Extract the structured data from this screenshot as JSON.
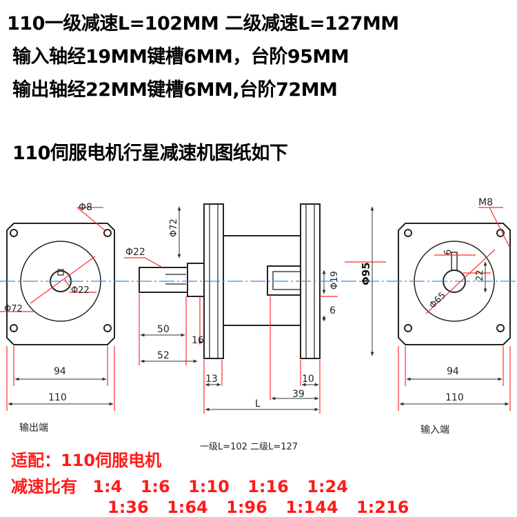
{
  "header": {
    "line1": "110一级减速L=102MM 二级减速L=127MM",
    "line2": "输入轴经19MM键槽6MM，台阶95MM",
    "line3": "输出轴经22MM键槽6MM,台阶72MM",
    "subtitle": "110伺服电机行星减速机图纸如下"
  },
  "drawing": {
    "left_view": {
      "hole_label": "Φ8",
      "bore_label": "Φ22",
      "circle_label": "Φ72",
      "inner_width": "94",
      "outer_width": "110",
      "caption": "输出端"
    },
    "side_view": {
      "shaft_label": "Φ22",
      "step_label": "Φ72",
      "dim_50": "50",
      "dim_52": "52",
      "dim_16": "16",
      "dim_13": "13",
      "dim_L": "L",
      "dim_10": "10",
      "dim_39": "39",
      "dim_6": "6",
      "bore_label": "Φ19",
      "flange_label": "Φ95",
      "length_note": "一级L=102  二级L=127"
    },
    "right_view": {
      "thread_label": "M8",
      "key_label": "6",
      "depth_label": "22",
      "pcd_label": "Φ65",
      "inner_width": "94",
      "outer_width": "110",
      "caption": "输入端"
    }
  },
  "footer": {
    "adapter": "适配：110伺服电机",
    "ratio_prefix": "减速比有",
    "ratios_row1": [
      "1:4",
      "1:6",
      "1:10",
      "1:16",
      "1:24"
    ],
    "ratios_row2": [
      "1:36",
      "1:64",
      "1:96",
      "1:144",
      "1:216"
    ]
  }
}
